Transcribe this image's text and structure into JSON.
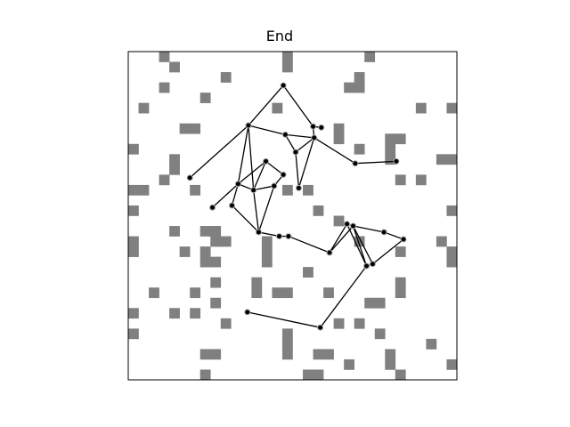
{
  "figure": {
    "title": "End"
  },
  "grid": {
    "cols": 32,
    "rows": 32,
    "cell_color": "#808080"
  },
  "obstacles": [
    [
      3,
      0
    ],
    [
      15,
      0
    ],
    [
      23,
      0
    ],
    [
      4,
      1
    ],
    [
      15,
      1
    ],
    [
      9,
      2
    ],
    [
      22,
      2
    ],
    [
      3,
      3
    ],
    [
      21,
      3
    ],
    [
      22,
      3
    ],
    [
      7,
      4
    ],
    [
      1,
      5
    ],
    [
      14,
      5
    ],
    [
      28,
      5
    ],
    [
      31,
      5
    ],
    [
      5,
      7
    ],
    [
      6,
      7
    ],
    [
      20,
      7
    ],
    [
      20,
      8
    ],
    [
      25,
      8
    ],
    [
      26,
      8
    ],
    [
      0,
      9
    ],
    [
      22,
      9
    ],
    [
      25,
      9
    ],
    [
      4,
      10
    ],
    [
      25,
      10
    ],
    [
      30,
      10
    ],
    [
      31,
      10
    ],
    [
      4,
      11
    ],
    [
      3,
      12
    ],
    [
      26,
      12
    ],
    [
      28,
      12
    ],
    [
      0,
      13
    ],
    [
      1,
      13
    ],
    [
      6,
      13
    ],
    [
      15,
      13
    ],
    [
      17,
      13
    ],
    [
      0,
      15
    ],
    [
      18,
      15
    ],
    [
      31,
      15
    ],
    [
      20,
      16
    ],
    [
      4,
      17
    ],
    [
      7,
      17
    ],
    [
      8,
      17
    ],
    [
      0,
      18
    ],
    [
      8,
      18
    ],
    [
      9,
      18
    ],
    [
      13,
      18
    ],
    [
      22,
      18
    ],
    [
      30,
      18
    ],
    [
      0,
      19
    ],
    [
      5,
      19
    ],
    [
      7,
      19
    ],
    [
      13,
      19
    ],
    [
      26,
      19
    ],
    [
      31,
      19
    ],
    [
      7,
      20
    ],
    [
      8,
      20
    ],
    [
      13,
      20
    ],
    [
      31,
      20
    ],
    [
      17,
      21
    ],
    [
      8,
      22
    ],
    [
      12,
      22
    ],
    [
      26,
      22
    ],
    [
      2,
      23
    ],
    [
      6,
      23
    ],
    [
      12,
      23
    ],
    [
      14,
      23
    ],
    [
      15,
      23
    ],
    [
      19,
      23
    ],
    [
      26,
      23
    ],
    [
      8,
      24
    ],
    [
      23,
      24
    ],
    [
      24,
      24
    ],
    [
      0,
      25
    ],
    [
      4,
      25
    ],
    [
      6,
      25
    ],
    [
      9,
      26
    ],
    [
      20,
      26
    ],
    [
      22,
      26
    ],
    [
      0,
      27
    ],
    [
      15,
      27
    ],
    [
      24,
      27
    ],
    [
      15,
      28
    ],
    [
      29,
      28
    ],
    [
      7,
      29
    ],
    [
      8,
      29
    ],
    [
      15,
      29
    ],
    [
      18,
      29
    ],
    [
      19,
      29
    ],
    [
      25,
      29
    ],
    [
      21,
      30
    ],
    [
      25,
      30
    ],
    [
      31,
      30
    ],
    [
      7,
      31
    ],
    [
      17,
      31
    ],
    [
      18,
      31
    ],
    [
      26,
      31
    ]
  ],
  "nodes": [
    [
      15.1,
      3.3
    ],
    [
      11.7,
      7.2
    ],
    [
      18.0,
      7.3
    ],
    [
      18.8,
      7.4
    ],
    [
      15.3,
      8.1
    ],
    [
      18.1,
      8.4
    ],
    [
      16.3,
      9.8
    ],
    [
      13.4,
      10.7
    ],
    [
      22.1,
      10.9
    ],
    [
      26.1,
      10.7
    ],
    [
      15.1,
      12.0
    ],
    [
      6.0,
      12.3
    ],
    [
      10.7,
      12.9
    ],
    [
      16.6,
      13.3
    ],
    [
      12.2,
      13.5
    ],
    [
      14.2,
      13.1
    ],
    [
      10.1,
      15.0
    ],
    [
      8.2,
      15.2
    ],
    [
      12.7,
      17.6
    ],
    [
      14.7,
      18.0
    ],
    [
      15.6,
      18.0
    ],
    [
      21.3,
      16.8
    ],
    [
      21.9,
      17.0
    ],
    [
      24.9,
      17.6
    ],
    [
      26.8,
      18.3
    ],
    [
      19.6,
      19.6
    ],
    [
      23.2,
      20.9
    ],
    [
      23.8,
      20.7
    ],
    [
      11.6,
      25.4
    ],
    [
      18.7,
      26.9
    ]
  ],
  "edges": [
    [
      0,
      1
    ],
    [
      0,
      2
    ],
    [
      1,
      11
    ],
    [
      1,
      12
    ],
    [
      1,
      14
    ],
    [
      1,
      4
    ],
    [
      2,
      5
    ],
    [
      2,
      3
    ],
    [
      4,
      5
    ],
    [
      4,
      6
    ],
    [
      5,
      6
    ],
    [
      5,
      8
    ],
    [
      5,
      13
    ],
    [
      6,
      13
    ],
    [
      8,
      9
    ],
    [
      7,
      10
    ],
    [
      7,
      12
    ],
    [
      7,
      14
    ],
    [
      12,
      14
    ],
    [
      12,
      16
    ],
    [
      12,
      17
    ],
    [
      14,
      15
    ],
    [
      14,
      18
    ],
    [
      15,
      10
    ],
    [
      15,
      18
    ],
    [
      16,
      18
    ],
    [
      18,
      19
    ],
    [
      19,
      20
    ],
    [
      20,
      25
    ],
    [
      25,
      21
    ],
    [
      25,
      22
    ],
    [
      21,
      22
    ],
    [
      22,
      23
    ],
    [
      23,
      24
    ],
    [
      24,
      27
    ],
    [
      22,
      26
    ],
    [
      22,
      27
    ],
    [
      21,
      26
    ],
    [
      26,
      27
    ],
    [
      26,
      29
    ],
    [
      29,
      28
    ]
  ]
}
